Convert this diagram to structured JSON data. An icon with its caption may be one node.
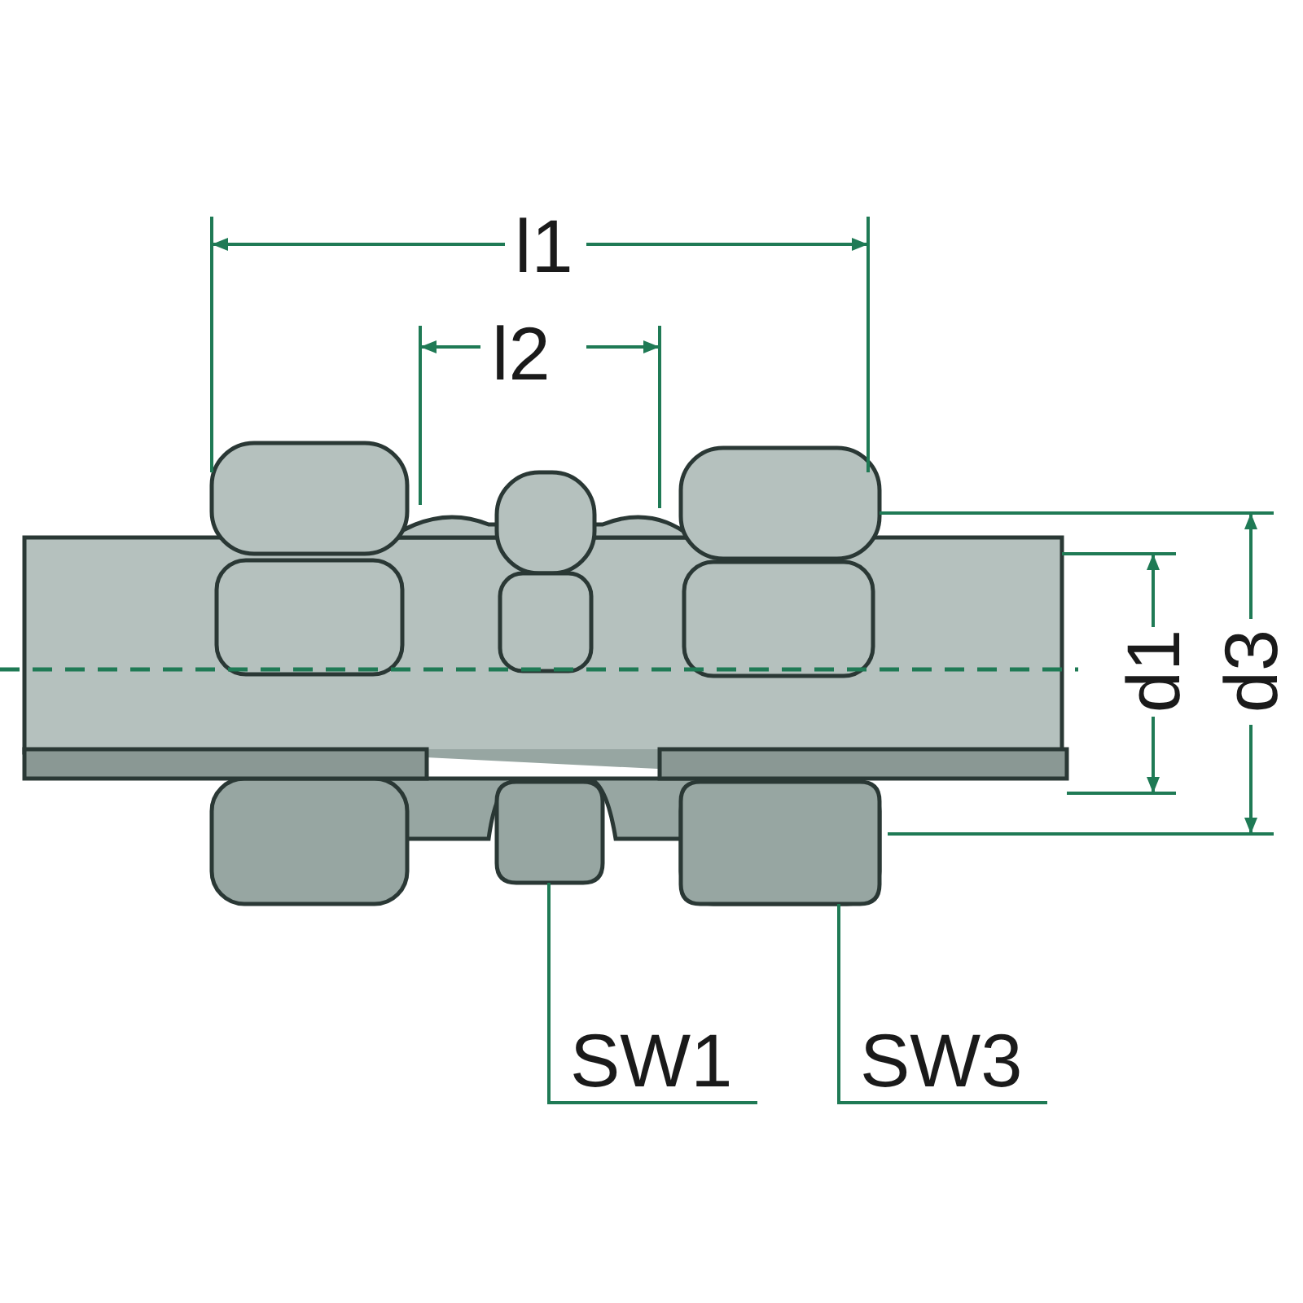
{
  "diagram": {
    "nodes": [
      {
        "text": [
          "SW1"
        ]
      },
      {
        "text": [
          "SW3"
        ]
      },
      {
        "text": [],
        "shape": "box"
      },
      {
        "text": [],
        "shape": "box"
      }
    ],
    "edges": [
      {
        "from": 0,
        "to": 2,
        "arrow": "none"
      },
      {
        "from": 1,
        "to": 3,
        "arrow": "none"
      }
    ],
    "labels": [
      "l1",
      "l2",
      "d1",
      "d3"
    ]
  }
}
